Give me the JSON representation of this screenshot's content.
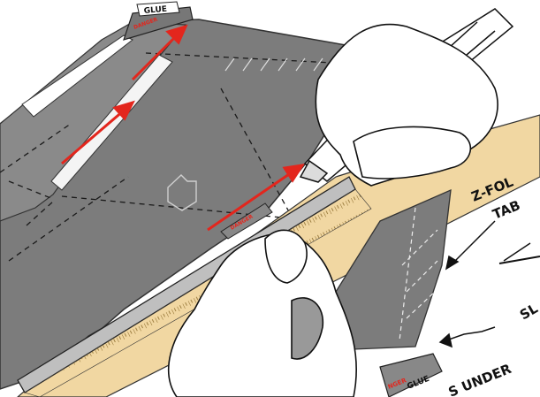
{
  "labels": {
    "glue": "GLUE",
    "danger": "DANGER",
    "z_fold_line1": "Z-FOL",
    "z_fold_line2": "TAB",
    "slide_partial": "SL",
    "tuck_under": "S UNDER",
    "bottom_danger": "NGER"
  },
  "colors": {
    "paper_gray": "#7c7c7c",
    "paper_edge": "#4a4a4a",
    "ruler_tan": "#f1d7a2",
    "ruler_metal": "#bfbfbf",
    "arrow_red": "#e3261d",
    "ink": "#111111",
    "tab_white": "#ffffff"
  },
  "icons": {
    "fold_hint": "pentagon-arrow-icon",
    "direction": "red-arrow-icon",
    "blade": "craft-knife-icon",
    "hands": "hand-outline-icon",
    "ruler": "metal-ruler-icon"
  }
}
